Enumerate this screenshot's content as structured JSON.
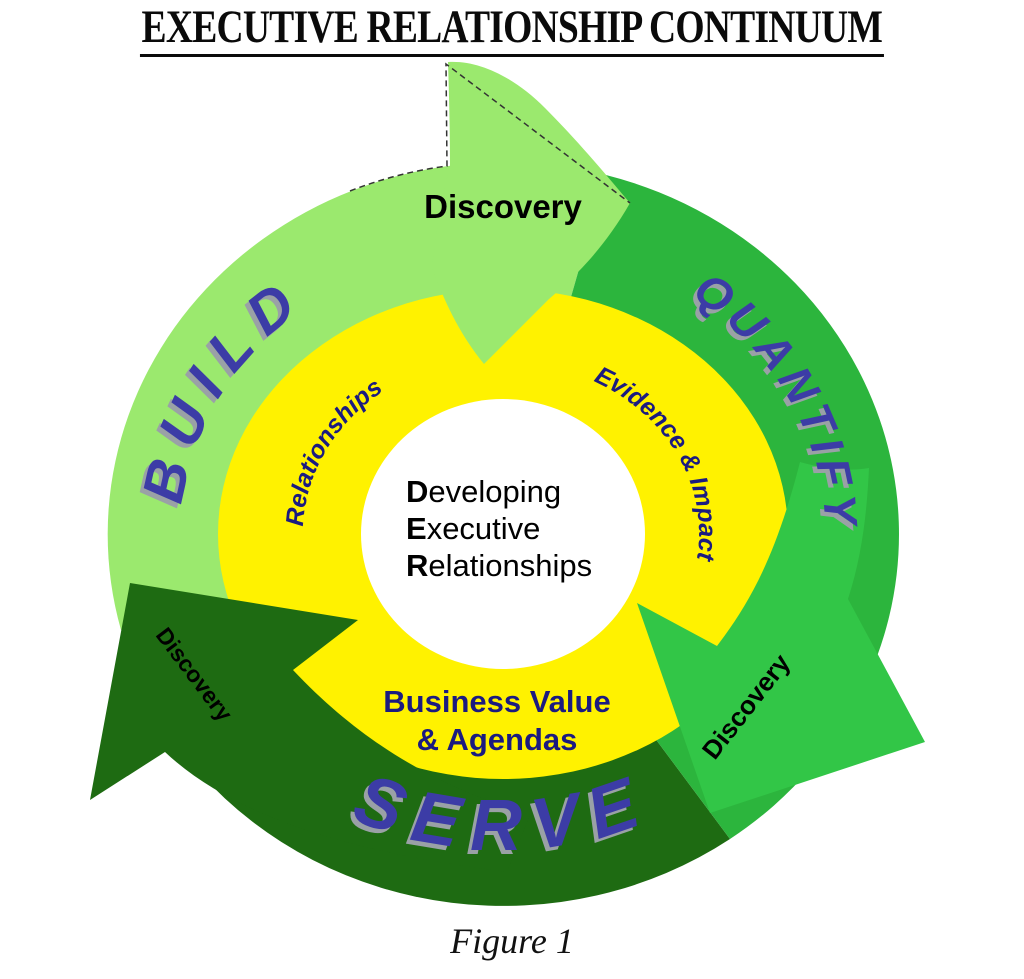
{
  "title": "EXECUTIVE RELATIONSHIP CONTINUUM",
  "figure_caption": "Figure 1",
  "colors": {
    "light_green": "#9BE96E",
    "mid_green": "#2CB53D",
    "arrow_green": "#32C647",
    "dark_green": "#1E6B12",
    "yellow": "#FFF200",
    "white": "#FFFFFF",
    "navy": "#1B1B80",
    "stage_blue": "#3C3CA6",
    "shadow_gray": "#9AA1A6",
    "black": "#000000"
  },
  "ring": {
    "stages": [
      {
        "label": "BUILD"
      },
      {
        "label": "QUANTIFY"
      },
      {
        "label": "SERVE"
      }
    ],
    "arrows": [
      {
        "label": "Discovery"
      },
      {
        "label": "Discovery"
      },
      {
        "label": "Discovery"
      }
    ]
  },
  "inner_ring": {
    "left_label": "Relationships",
    "right_label": "Evidence & Impact",
    "bottom_label_line1": "Business Value",
    "bottom_label_line2": "& Agendas"
  },
  "center": {
    "lines": [
      {
        "lead": "D",
        "rest": "eveloping"
      },
      {
        "lead": "E",
        "rest": "xecutive"
      },
      {
        "lead": "R",
        "rest": "elationships"
      }
    ]
  }
}
